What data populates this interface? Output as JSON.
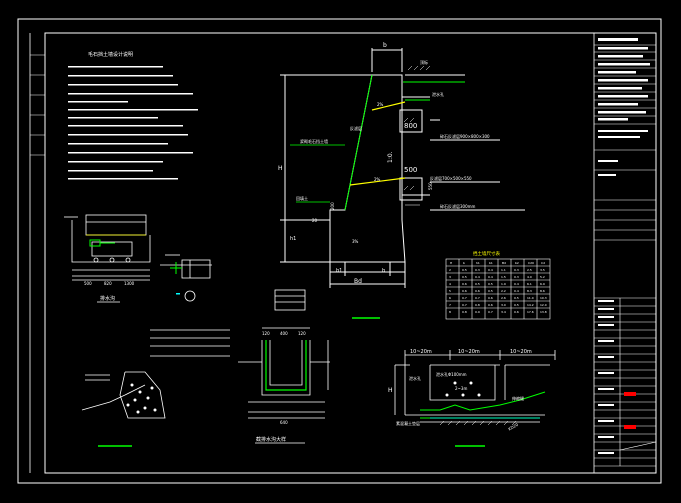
{
  "drawing": {
    "section_labels": {
      "notes_title": "毛石挡土墙设计说明",
      "drain_detail": "排水沟",
      "gutter_detail": "截排水沟大样",
      "table_title": "挡土墙尺寸表"
    },
    "main_section": {
      "dim_b": "b",
      "dim_H": "H",
      "dim_h1": "h1",
      "dim_Bd": "Bd",
      "dim_b1": "b1",
      "dim_b_bottom": "b",
      "slope_ratio": "1:0.",
      "slope_pct_1": "2%",
      "slope_pct_2": "2%",
      "slope_pct_3": "3%",
      "label_top": "顶标",
      "label_wall": "浆砌毛石挡土墙",
      "label_drain_hole": "泄水孔",
      "label_filter_1": "反滤层",
      "label_800": "800",
      "label_500": "500",
      "label_spec_1": "碎石反滤层900×800×300",
      "label_spec_2": "反滤层700×500×550",
      "label_spec_3": "碎石反滤层300mm",
      "label_backfill": "回填土",
      "label_200": "200",
      "label_20": "20",
      "label_h_dim": "550"
    },
    "gutter_dims": [
      "120",
      "400",
      "120",
      "640"
    ],
    "drain_dims": [
      "500",
      "820",
      "1300"
    ],
    "elevation": {
      "span_1": "10~20m",
      "span_2": "10~20m",
      "span_3": "10~20m",
      "label_H": "H",
      "label_pipe": "泄水孔Φ100mm",
      "label_spacing": "2~3m",
      "label_joint": "伸缩缝",
      "label_base": "KD20",
      "label_left": "泄水孔",
      "label_bottom": "素混凝土垫层"
    },
    "table": {
      "header": [
        "H",
        "b",
        "h1",
        "b1",
        "Bd",
        "b2",
        "C20",
        "Cd"
      ],
      "rows": [
        [
          "2",
          "0.5",
          "0.3",
          "0.4",
          "1.1",
          "0.3",
          "2.5",
          "3.5"
        ],
        [
          "3",
          "0.5",
          "0.4",
          "0.4",
          "1.5",
          "0.3",
          "4.0",
          "5.2"
        ],
        [
          "4",
          "0.6",
          "0.5",
          "0.5",
          "1.9",
          "0.4",
          "6.1",
          "6.9"
        ],
        [
          "5",
          "0.6",
          "0.6",
          "0.5",
          "2.2",
          "0.4",
          "8.3",
          "8.6"
        ],
        [
          "6",
          "0.7",
          "0.7",
          "0.6",
          "2.6",
          "0.5",
          "11.0",
          "10.3"
        ],
        [
          "7",
          "0.7",
          "0.8",
          "0.6",
          "3.0",
          "0.5",
          "14.2",
          "12.0"
        ],
        [
          "8",
          "0.8",
          "0.9",
          "0.7",
          "3.4",
          "0.6",
          "17.6",
          "13.8"
        ]
      ]
    },
    "colors": {
      "background": "#000000",
      "line": "#ffffff",
      "accent_green": "#00ff00",
      "accent_yellow": "#ffff00",
      "accent_red": "#ff0000",
      "accent_cyan": "#00ffff"
    }
  }
}
